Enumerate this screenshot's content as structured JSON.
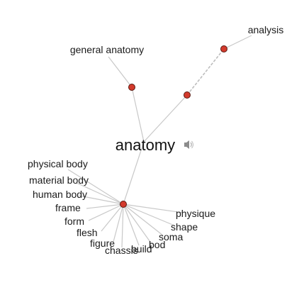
{
  "center_word": "anatomy",
  "colors": {
    "node_fill": "#d33a2c",
    "edge": "#c8c8c8",
    "text": "#1a1a1a"
  },
  "icons": {
    "audio": "speaker-icon"
  },
  "branches": {
    "synonyms": [
      "physical body",
      "material body",
      "human body",
      "frame",
      "form",
      "flesh",
      "figure",
      "chassis",
      "build",
      "bod",
      "soma",
      "shape",
      "physique"
    ],
    "field": [
      "general anatomy"
    ],
    "related": [
      "analysis"
    ]
  }
}
